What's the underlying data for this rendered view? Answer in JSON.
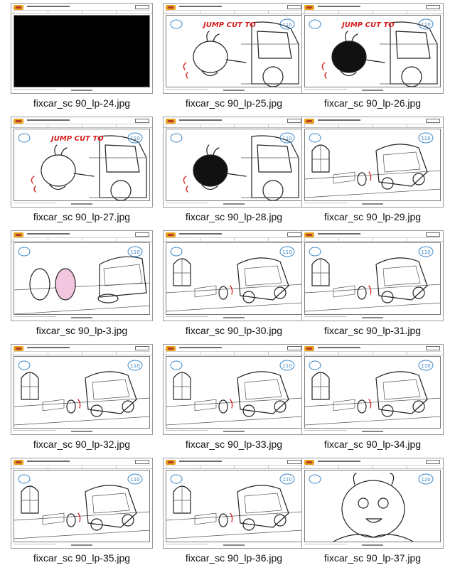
{
  "colors": {
    "ink": "#222222",
    "red_note": "#d62020",
    "blue_number": "#3b86c8",
    "logo": "#e8a11a"
  },
  "items": [
    {
      "caption": "fixcar_sc 90_lp-24.jpg",
      "scene": "black",
      "note": "",
      "num": ""
    },
    {
      "caption": "fixcar_sc 90_lp-25.jpg",
      "scene": "jump",
      "note": "JUMP CUT TO",
      "num": "110"
    },
    {
      "caption": "fixcar_sc 90_lp-26.jpg",
      "scene": "jump-fill",
      "note": "JUMP CUT TO",
      "num": "110"
    },
    {
      "caption": "fixcar_sc 90_lp-27.jpg",
      "scene": "jump",
      "note": "JUMP CUT TO",
      "num": "110"
    },
    {
      "caption": "fixcar_sc 90_lp-28.jpg",
      "scene": "jump-fill",
      "note": "",
      "num": "110"
    },
    {
      "caption": "fixcar_sc 90_lp-29.jpg",
      "scene": "street",
      "note": "",
      "num": "110"
    },
    {
      "caption": "fixcar_sc 90_lp-3.jpg",
      "scene": "characters",
      "note": "",
      "num": "110"
    },
    {
      "caption": "fixcar_sc 90_lp-30.jpg",
      "scene": "street",
      "note": "",
      "num": "110"
    },
    {
      "caption": "fixcar_sc 90_lp-31.jpg",
      "scene": "street",
      "note": "",
      "num": "110"
    },
    {
      "caption": "fixcar_sc 90_lp-32.jpg",
      "scene": "street",
      "note": "",
      "num": "110"
    },
    {
      "caption": "fixcar_sc 90_lp-33.jpg",
      "scene": "street",
      "note": "",
      "num": "110"
    },
    {
      "caption": "fixcar_sc 90_lp-34.jpg",
      "scene": "street",
      "note": "",
      "num": "110"
    },
    {
      "caption": "fixcar_sc 90_lp-35.jpg",
      "scene": "street",
      "note": "",
      "num": "110"
    },
    {
      "caption": "fixcar_sc 90_lp-36.jpg",
      "scene": "street",
      "note": "",
      "num": "110"
    },
    {
      "caption": "fixcar_sc 90_lp-37.jpg",
      "scene": "closeup",
      "note": "",
      "num": "120"
    }
  ]
}
